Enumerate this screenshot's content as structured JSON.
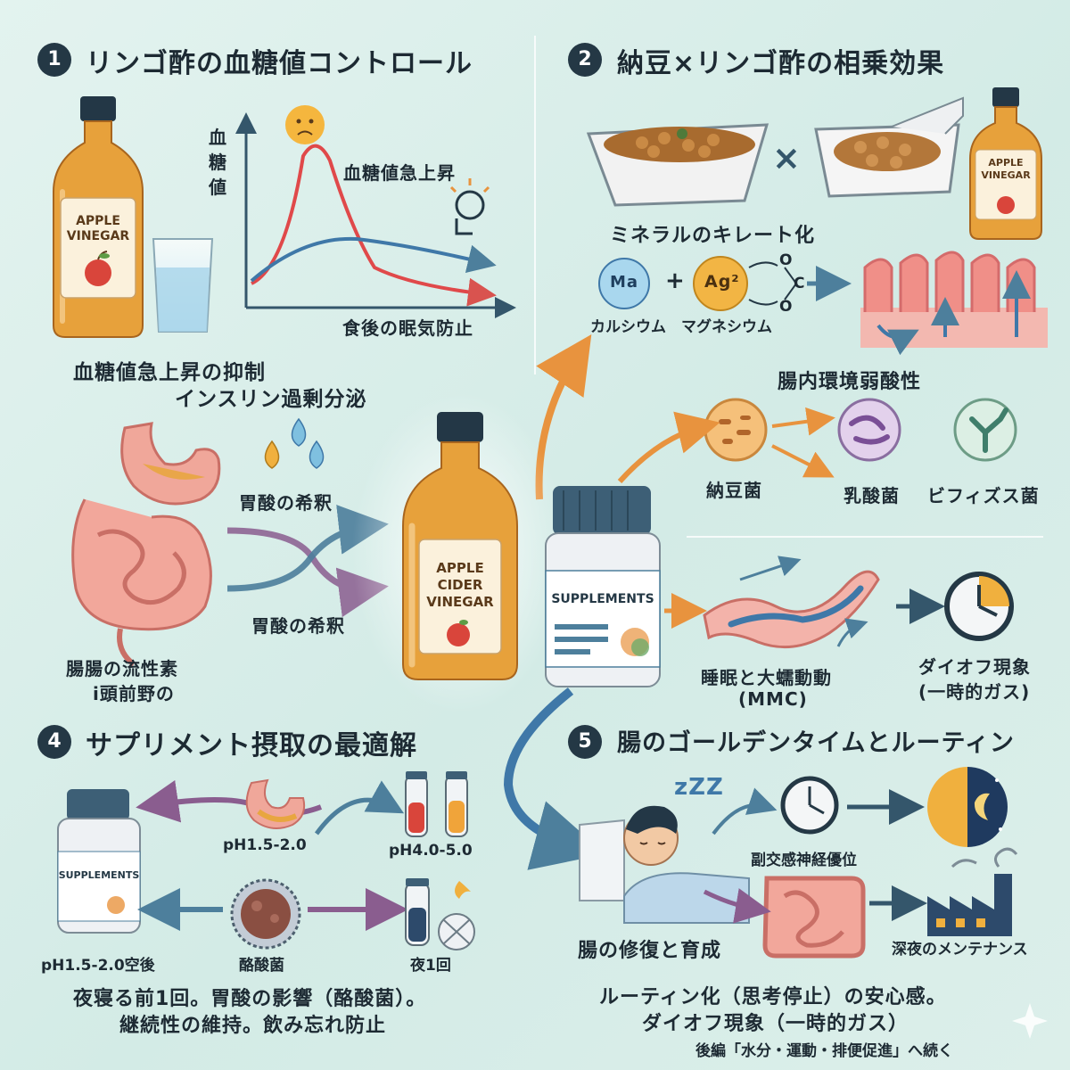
{
  "colors": {
    "navy": "#243845",
    "orange": "#e8933e",
    "teal": "#4d7f9c",
    "red": "#d9534f",
    "purple": "#8a5d8f",
    "bottle": "#e7a13b"
  },
  "section1": {
    "badge": "1",
    "title": "リンゴ酢の血糖値コントロール",
    "y_axis": [
      "血",
      "糖",
      "値"
    ],
    "spike_label": "血糖値急上昇",
    "after_meal": "食後の眠気防止",
    "bottle_label": [
      "APPLE",
      "VINEGAR"
    ],
    "caption1": "血糖値急上昇の抑制",
    "caption2": "インスリン過剰分泌"
  },
  "section2": {
    "badge": "2",
    "title": "納豆×リンゴ酢の相乗効果",
    "times": "×",
    "bottle_label": [
      "APPLE",
      "VINEGAR"
    ],
    "chelate": "ミネラルのキレート化",
    "ion1": "Ma",
    "plus": "+",
    "ion2": "Ag²",
    "mol_o1": "O",
    "mol_c": "C",
    "mol_o2": "O",
    "calcium": "カルシウム",
    "magnesium": "マグネシウム",
    "gut_acidic": "腸内環境弱酸性",
    "bacteria": [
      "納豆菌",
      "乳酸菌",
      "ビフィズス菌"
    ]
  },
  "center": {
    "acid1": "胃酸の希釈",
    "acid2": "胃酸の希釈",
    "gut_line1": "腸腸の流性素",
    "gut_line2": "i頭前野の",
    "acv_label": [
      "APPLE",
      "CIDER",
      "VINEGAR"
    ],
    "supplements": "SUPPLEMENTS"
  },
  "section3": {
    "sleep": "睡眠と大蠕動動",
    "mmc": "(MMC)",
    "dioff": "ダイオフ現象",
    "gas": "(一時的ガス)"
  },
  "section4": {
    "badge": "4",
    "title": "サプリメント摂取の最適解",
    "ph1": "pH1.5-2.0",
    "ph2": "pH4.0-5.0",
    "supplements": "SUPPLEMENTS",
    "ph_empty": "pH1.5-2.0空後",
    "butyrate": "酪酸菌",
    "night": "夜1回",
    "note1": "夜寝る前1回。胃酸の影響（酪酸菌）。",
    "note2": "継続性の維持。飲み忘れ防止"
  },
  "section5": {
    "badge": "5",
    "title": "腸のゴールデンタイムとルーティン",
    "zzz": "zZZ",
    "parasym": "副交感神経優位",
    "repair": "腸の修復と育成",
    "maint": "深夜のメンテナンス",
    "routine": "ルーティン化（思考停止）の安心感。",
    "dioff": "ダイオフ現象（一時的ガス）",
    "next": "後編「水分・運動・排便促進」へ続く"
  }
}
